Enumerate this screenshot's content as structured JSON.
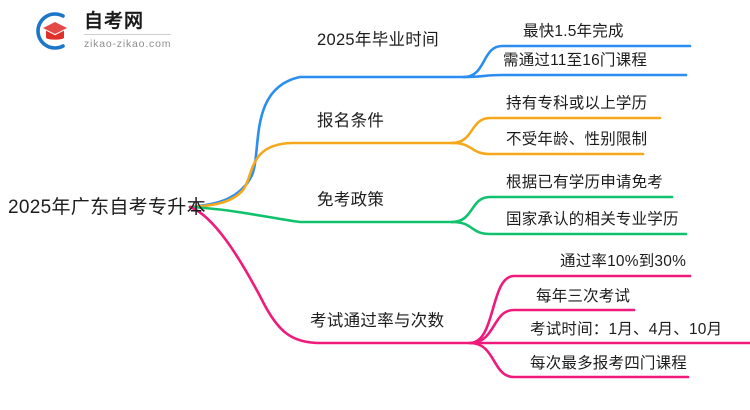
{
  "logo": {
    "name": "zikao-logo",
    "title": "自考网",
    "domain": "zikao-zikao.com",
    "arc_color": "#1b76c9",
    "cap_color": "#e0302c"
  },
  "mindmap": {
    "root": {
      "label": "2025年广东自考专升本"
    },
    "branches": [
      {
        "label": "2025年毕业时间",
        "color": "#2b8def",
        "leaves": [
          {
            "label": "最快1.5年完成"
          },
          {
            "label": "需通过11至16门课程"
          }
        ]
      },
      {
        "label": "报名条件",
        "color": "#f5a81c",
        "leaves": [
          {
            "label": "持有专科或以上学历"
          },
          {
            "label": "不受年龄、性别限制"
          }
        ]
      },
      {
        "label": "免考政策",
        "color": "#10c26c",
        "leaves": [
          {
            "label": "根据已有学历申请免考"
          },
          {
            "label": "国家承认的相关专业学历"
          }
        ]
      },
      {
        "label": "考试通过率与次数",
        "color": "#ef1a7b",
        "leaves": [
          {
            "label": "通过率10%到30%"
          },
          {
            "label": "每年三次考试"
          },
          {
            "label": "考试时间：1月、4月、10月"
          },
          {
            "label": "每次最多报考四门课程"
          }
        ]
      }
    ]
  }
}
